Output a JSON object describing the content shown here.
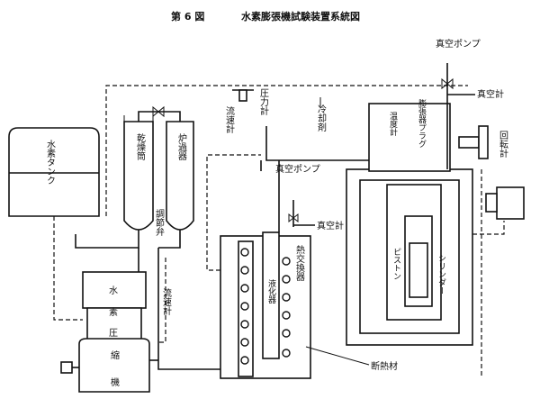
{
  "title": {
    "figure": "第 6 図",
    "caption": "水素膨張機試験装置系統図"
  },
  "labels": {
    "hydrogen_tank": "水素タンク",
    "dryer": "乾燥筒",
    "filter": "炉過器",
    "control_valve": "調節弁",
    "compressor_top": "水",
    "compressor_mid": "素",
    "compressor_low": "圧",
    "compressor_machine1": "縮",
    "compressor_machine2": "機",
    "flowmeter_left": "流速計",
    "flowmeter_top": "流速計",
    "pressure_gauge": "圧力計",
    "coolant": "冷却剤",
    "vacuum_pump_top": "真空ポンプ",
    "vacuum_gauge_top": "真空計",
    "vacuum_pump_mid": "真空ポンプ",
    "vacuum_gauge_mid": "真空計",
    "thermometer": "温度計",
    "expander_plug": "膨張器プラグ",
    "tachometer": "回転計",
    "heat_exchanger": "熱交換器",
    "cylinder": "シリンダー",
    "piston": "ピストン",
    "insulation": "断熱材",
    "liquefier": "液化器"
  }
}
